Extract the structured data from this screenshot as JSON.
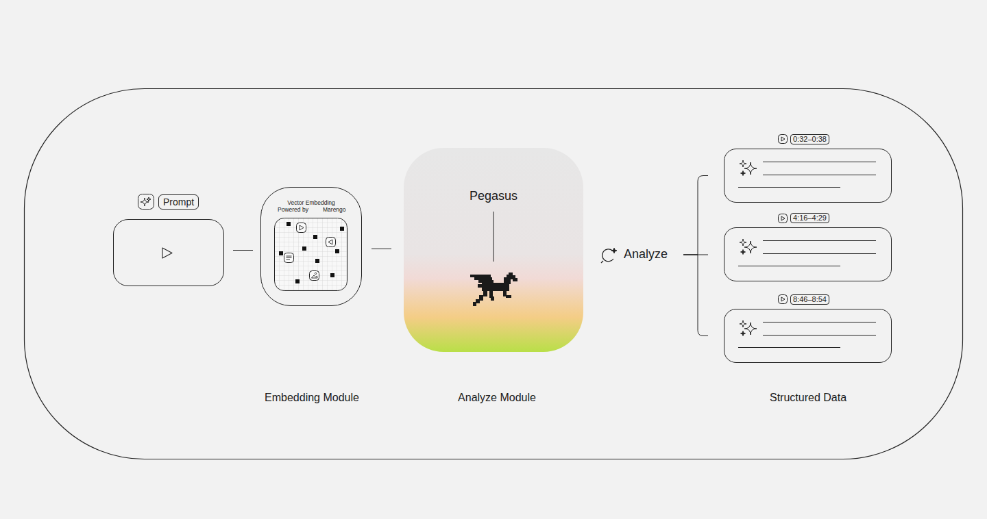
{
  "diagram": {
    "nodes": [
      {
        "text": [
          "Prompt"
        ]
      },
      {
        "text": [
          "Vector Embedding",
          "Powered by",
          "Marengo"
        ]
      },
      {
        "text": [
          "Pegasus"
        ]
      },
      {
        "text": [
          "0:32–0:38"
        ]
      },
      {
        "text": [
          "4:16–4:29"
        ]
      },
      {
        "text": [
          "8:46–8:54"
        ]
      }
    ],
    "edges": [
      {
        "from": 0,
        "to": 1,
        "arrow": "none"
      },
      {
        "from": 1,
        "to": 2,
        "arrow": "none"
      },
      {
        "from": 2,
        "to": 3,
        "arrow": "none"
      },
      {
        "from": 2,
        "to": 4,
        "arrow": "none"
      },
      {
        "from": 2,
        "to": 5,
        "arrow": "none"
      }
    ],
    "labels": [
      "Embedding Module",
      "Analyze Module",
      "Analyze",
      "Structured Data"
    ]
  }
}
